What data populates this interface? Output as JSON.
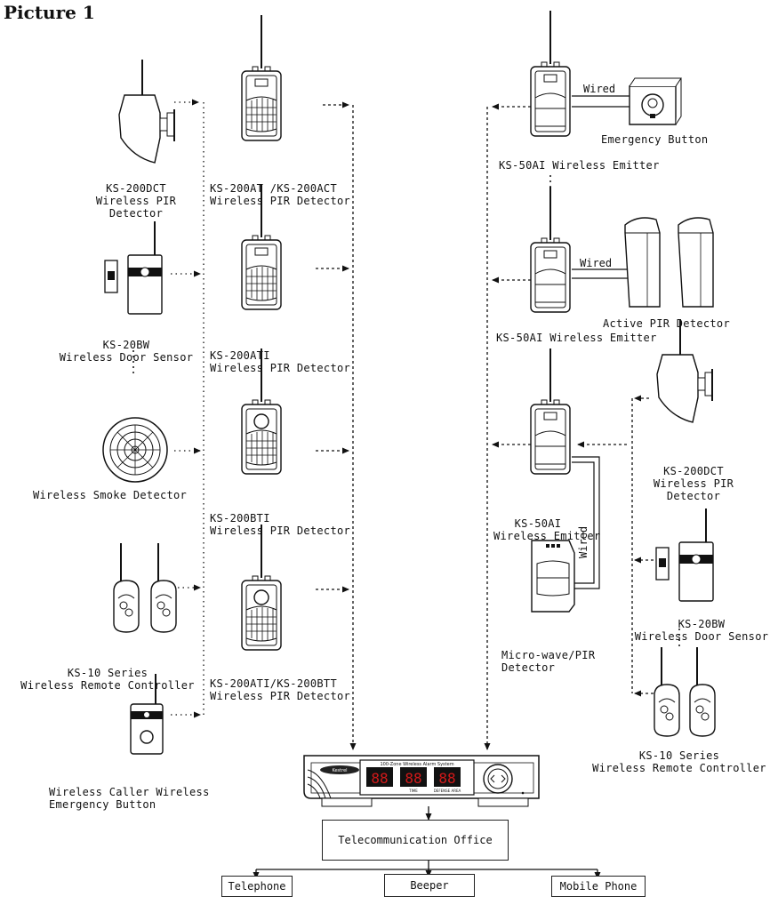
{
  "title": "Picture 1",
  "left_devices": [
    {
      "id": "ks200dct-left",
      "lines": [
        "KS-200DCT",
        "Wireless PIR",
        "Detector"
      ]
    },
    {
      "id": "ks20bw-left",
      "lines": [
        "KS-20BW",
        "Wireless Door Sensor"
      ]
    },
    {
      "id": "smoke",
      "lines": [
        "Wireless Smoke Detector"
      ]
    },
    {
      "id": "ks10-left",
      "lines": [
        "KS-10 Series",
        "Wireless Remote Controller"
      ]
    },
    {
      "id": "caller",
      "lines": [
        "Wireless Caller Wireless",
        "Emergency Button"
      ]
    }
  ],
  "center_detectors": [
    {
      "id": "ks200at",
      "lines": [
        "KS-200AT /KS-200ACT",
        "Wireless PIR Detector"
      ]
    },
    {
      "id": "ks200ati",
      "lines": [
        "KS-200ATI",
        "Wireless PIR Detector"
      ]
    },
    {
      "id": "ks200bti",
      "lines": [
        "KS-200BTI",
        "Wireless PIR Detector"
      ]
    },
    {
      "id": "ks200ati-btt",
      "lines": [
        "KS-200ATI/KS-200BTT",
        "Wireless PIR Detector"
      ]
    }
  ],
  "right_devices": {
    "emergency_button": "Emergency Button",
    "emitter1": "KS-50AI Wireless Emitter",
    "active_pir": "Active PIR Detector",
    "emitter2": "KS-50AI Wireless Emitter",
    "emitter3": [
      "KS-50AI",
      "Wireless Emitter"
    ],
    "microwave": [
      "Micro-wave/PIR",
      "Detector"
    ],
    "ks200dct_right": [
      "KS-200DCT",
      "Wireless PIR",
      "Detector"
    ],
    "ks20bw_right": [
      "KS-20BW",
      "Wireless Door Sensor"
    ],
    "ks10_right": [
      "KS-10 Series",
      "Wireless Remote Controller"
    ]
  },
  "wired_label": "Wired",
  "panel": {
    "brand": "Kestrel",
    "system_name": "100-Zone Wireless Alarm System",
    "digits": [
      "88",
      "88",
      "88"
    ],
    "sub_labels": [
      "TIME",
      "DEFENSE AREA"
    ]
  },
  "telecom": "Telecommunication Office",
  "outputs": [
    "Telephone",
    "Beeper",
    "Mobile Phone"
  ],
  "colors": {
    "line": "#111111",
    "panel_display": "#d21919",
    "background": "#ffffff"
  }
}
